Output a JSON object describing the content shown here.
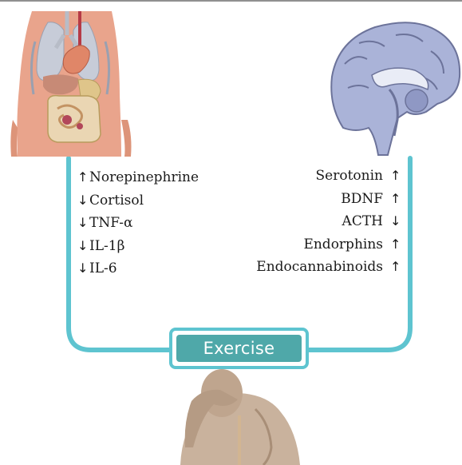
{
  "body_effects": [
    {
      "direction": "up",
      "symbol": "↑",
      "label": "Norepinephrine"
    },
    {
      "direction": "down",
      "symbol": "↓",
      "label": "Cortisol"
    },
    {
      "direction": "down",
      "symbol": "↓",
      "label": "TNF-α"
    },
    {
      "direction": "down",
      "symbol": "↓",
      "label": "IL-1β"
    },
    {
      "direction": "down",
      "symbol": "↓",
      "label": "IL-6"
    }
  ],
  "brain_effects": [
    {
      "direction": "up",
      "symbol": "↑",
      "label": "Serotonin"
    },
    {
      "direction": "up",
      "symbol": "↑",
      "label": "BDNF"
    },
    {
      "direction": "down",
      "symbol": "↓",
      "label": "ACTH"
    },
    {
      "direction": "up",
      "symbol": "↑",
      "label": "Endorphins"
    },
    {
      "direction": "up",
      "symbol": "↑",
      "label": "Endocannabinoids"
    }
  ],
  "center_label": "Exercise",
  "colors": {
    "connector": "#5ec4d0",
    "label_fill": "#4fa8a9",
    "skin": "#e9a48c",
    "brain": "#aab3d8",
    "figure": "#c9b29d"
  },
  "illustrations": {
    "body": "torso-organs-illustration",
    "brain": "brain-sagittal-illustration",
    "person": "distressed-person-illustration"
  }
}
